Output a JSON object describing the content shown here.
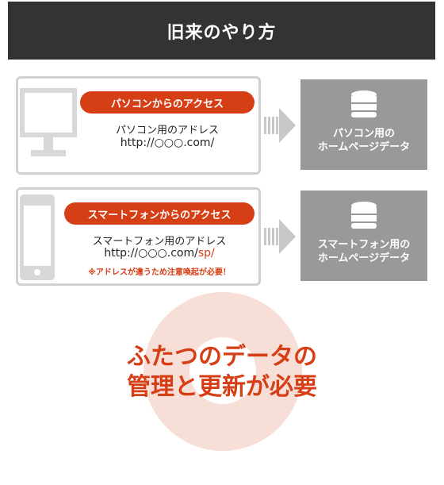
{
  "header": {
    "title": "旧来のやり方"
  },
  "pc": {
    "access_label": "パソコンからのアクセス",
    "address_label": "パソコン用のアドレス",
    "url": "http://○○○.com/",
    "data_line1": "パソコン用の",
    "data_line2": "ホームページデータ"
  },
  "smartphone": {
    "access_label": "スマートフォンからのアクセス",
    "address_label": "スマートフォン用のアドレス",
    "url_base": "http://○○○.com/",
    "url_suffix": "sp/",
    "warning": "※アドレスが違うため注意喚起が必要！",
    "data_line1": "スマートフォン用の",
    "data_line2": "ホームページデータ"
  },
  "conclusion": {
    "line1": "ふたつのデータの",
    "line2": "管理と更新が必要"
  },
  "colors": {
    "accent": "#d63e16",
    "header_bg": "#333333",
    "box_bg": "#999999",
    "circle": "#f7ded7"
  },
  "icons": [
    "monitor-icon",
    "smartphone-icon",
    "arrow-right-icon",
    "database-icon"
  ]
}
